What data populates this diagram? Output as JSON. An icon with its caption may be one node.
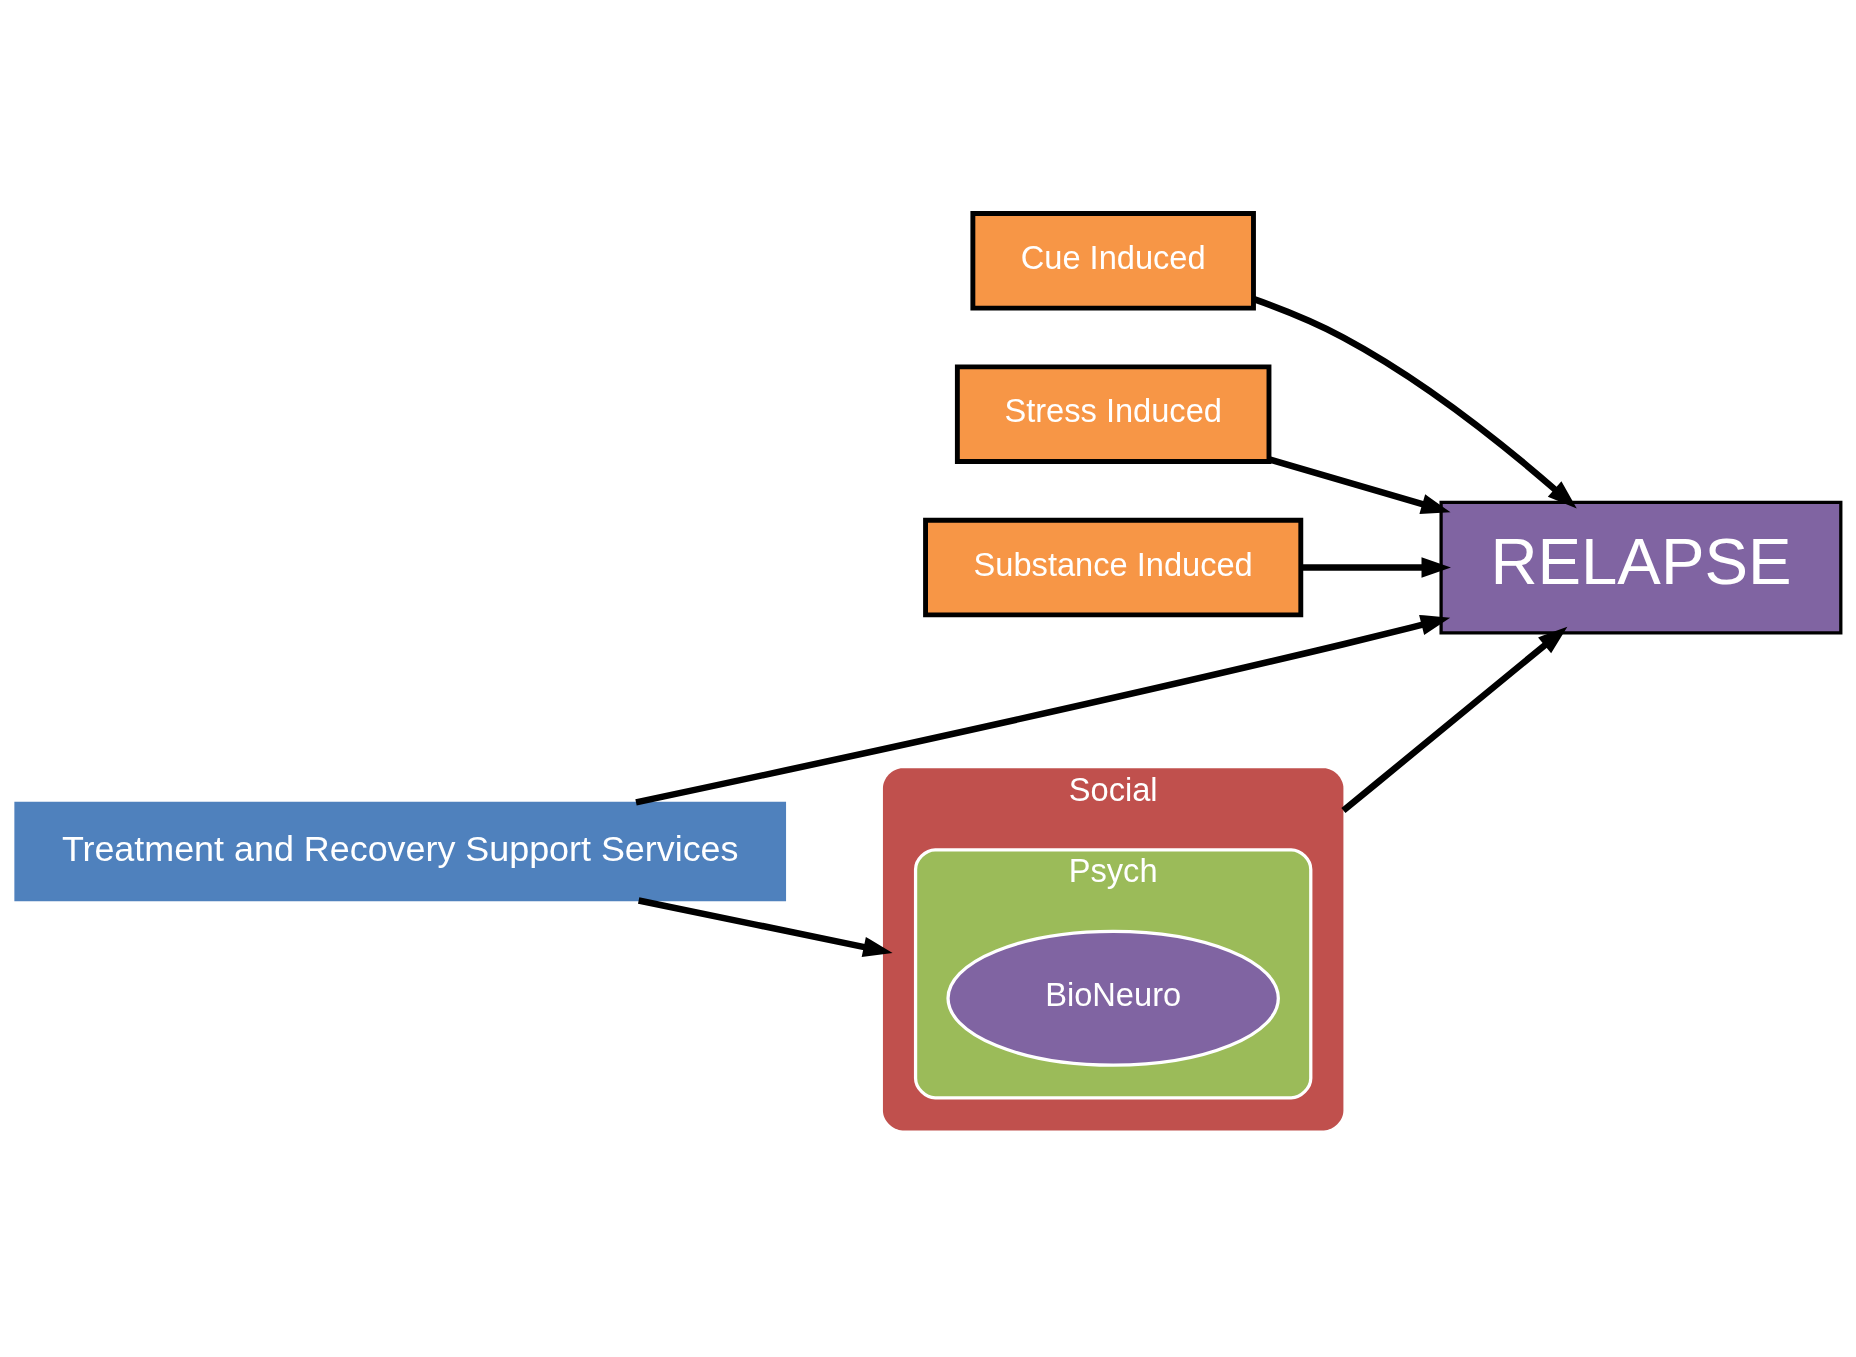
{
  "diagram": {
    "nodes": [
      {
        "text": [
          "Cue Induced"
        ]
      },
      {
        "text": [
          "Stress Induced"
        ]
      },
      {
        "text": [
          "Substance Induced"
        ]
      },
      {
        "text": [
          "RELAPSE"
        ]
      },
      {
        "text": [
          "Social"
        ]
      },
      {
        "text": [
          "Psych"
        ],
        "in": 4
      },
      {
        "text": [
          "BioNeuro"
        ],
        "in": 5
      },
      {
        "text": [
          "Treatment and Recovery Support Services"
        ]
      }
    ],
    "edges": [
      {
        "from": 0,
        "to": 3,
        "arrow": "to"
      },
      {
        "from": 1,
        "to": 3,
        "arrow": "to"
      },
      {
        "from": 2,
        "to": 3,
        "arrow": "to"
      },
      {
        "from": 4,
        "to": 3,
        "arrow": "to"
      },
      {
        "from": 7,
        "to": 4,
        "arrow": "to"
      },
      {
        "from": 7,
        "to": 3,
        "arrow": "to"
      }
    ]
  }
}
